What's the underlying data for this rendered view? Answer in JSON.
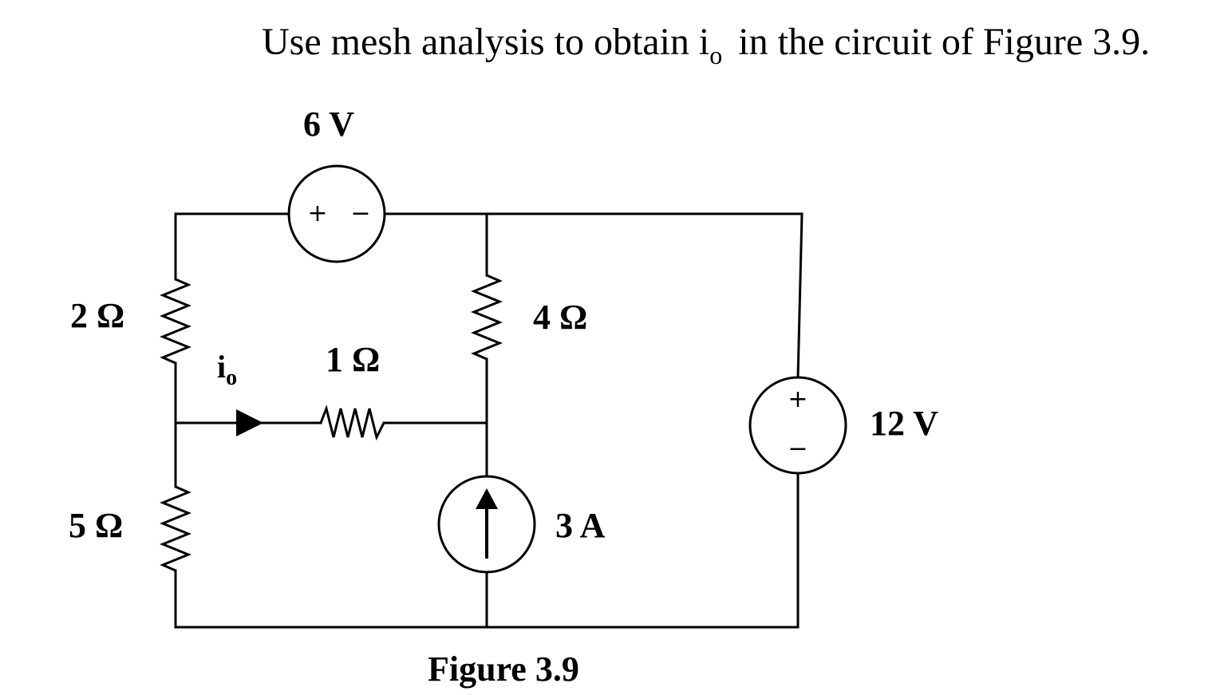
{
  "question": {
    "prefix": "Use mesh analysis to obtain ",
    "var_main": "i",
    "var_sub": "o",
    "suffix": "in the circuit of Figure 3.9."
  },
  "caption": "Figure 3.9",
  "components": {
    "r_2": "2 Ω",
    "r_5": "5 Ω",
    "r_1": "1 Ω",
    "r_4": "4 Ω",
    "v_6": "6 V",
    "v_12": "12 V",
    "i_3": "3 A"
  },
  "current_label": {
    "main": "i",
    "sub": "o"
  },
  "polarity": {
    "plus": "+",
    "minus": "−"
  }
}
